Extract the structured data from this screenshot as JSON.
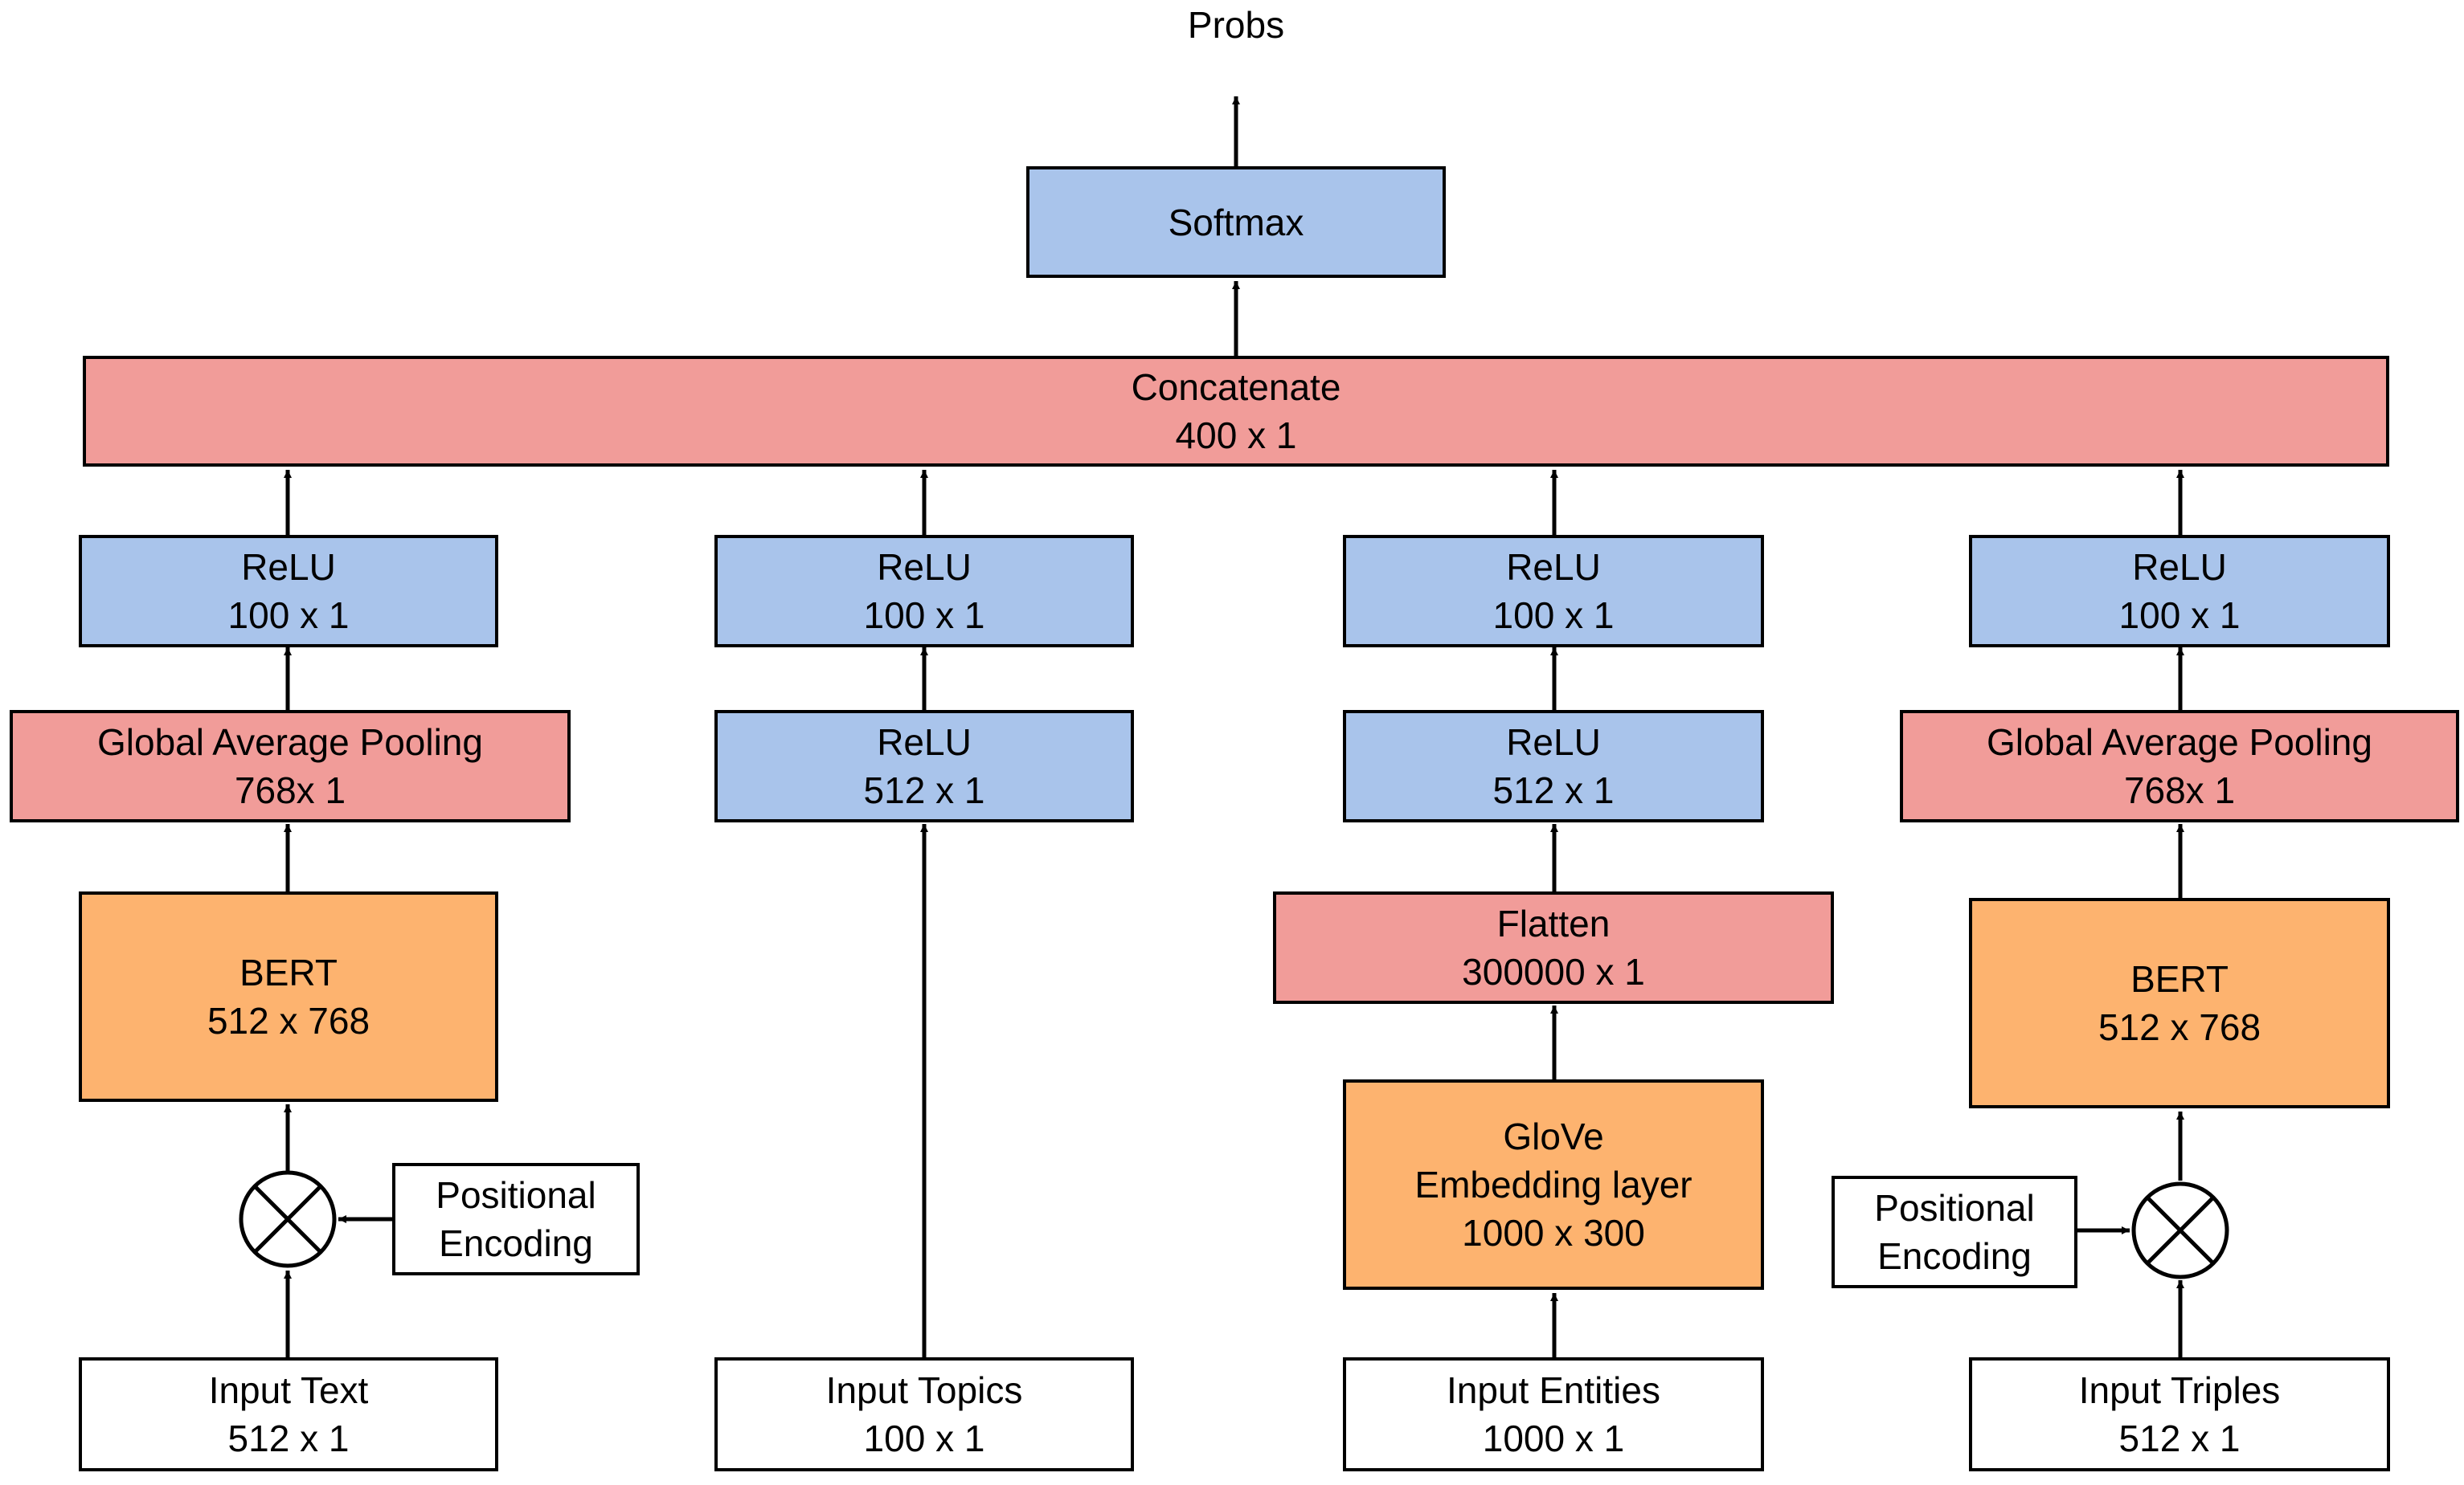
{
  "colors": {
    "blue": "#a9c4eb",
    "red": "#f19c99",
    "orange": "#fdb36f",
    "white": "#ffffff",
    "stroke": "#000000"
  },
  "output": {
    "label": "Probs"
  },
  "softmax": {
    "line1": "Softmax"
  },
  "concatenate": {
    "line1": "Concatenate",
    "line2": "400 x 1"
  },
  "branch_text": {
    "relu_top": {
      "line1": "ReLU",
      "line2": "100 x 1"
    },
    "gap": {
      "line1": "Global Average Pooling",
      "line2": "768x 1"
    },
    "bert": {
      "line1": "BERT",
      "line2": "512 x 768"
    },
    "pos_enc": {
      "line1": "Positional",
      "line2": "Encoding"
    },
    "input": {
      "line1": "Input Text",
      "line2": "512 x 1"
    }
  },
  "branch_topics": {
    "relu_top": {
      "line1": "ReLU",
      "line2": "100 x 1"
    },
    "relu_mid": {
      "line1": "ReLU",
      "line2": "512 x 1"
    },
    "input": {
      "line1": "Input Topics",
      "line2": "100 x 1"
    }
  },
  "branch_entities": {
    "relu_top": {
      "line1": "ReLU",
      "line2": "100 x 1"
    },
    "relu_mid": {
      "line1": "ReLU",
      "line2": "512 x 1"
    },
    "flatten": {
      "line1": "Flatten",
      "line2": "300000 x 1"
    },
    "glove": {
      "line1": "GloVe",
      "line2": "Embedding layer",
      "line3": "1000 x 300"
    },
    "input": {
      "line1": "Input Entities",
      "line2": "1000 x 1"
    }
  },
  "branch_triples": {
    "relu_top": {
      "line1": "ReLU",
      "line2": "100 x 1"
    },
    "gap": {
      "line1": "Global Average Pooling",
      "line2": "768x 1"
    },
    "bert": {
      "line1": "BERT",
      "line2": "512 x 768"
    },
    "pos_enc": {
      "line1": "Positional",
      "line2": "Encoding"
    },
    "input": {
      "line1": "Input Triples",
      "line2": "512 x 1"
    }
  },
  "icons": {
    "multiply": "multiply-circle-icon"
  }
}
